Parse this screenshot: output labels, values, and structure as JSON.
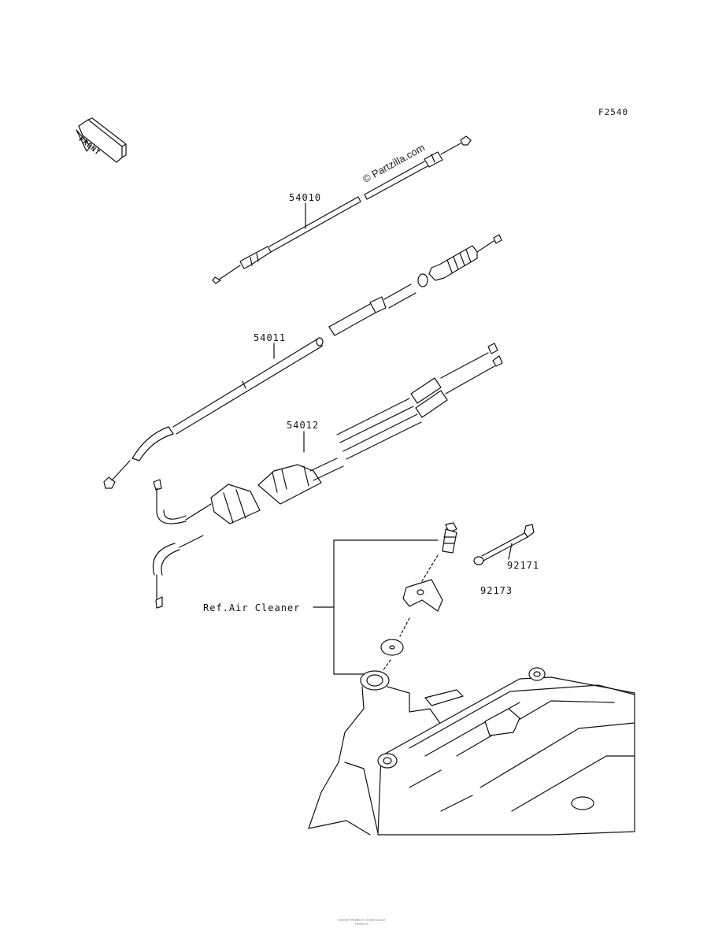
{
  "diagram": {
    "figure_code": "F2540",
    "front_arrow_label": "FRONT",
    "watermark": "© Partzilla.com",
    "parts": [
      {
        "number": "54010"
      },
      {
        "number": "54011"
      },
      {
        "number": "54012"
      },
      {
        "number": "92171"
      },
      {
        "number": "92173"
      }
    ],
    "reference_label": "Ref.Air Cleaner",
    "footer_lines": [
      "Copyright © Partzilla.com. All rights reserved.",
      "Partzilla.com"
    ]
  },
  "colors": {
    "line": "#111111",
    "background": "#ffffff"
  }
}
